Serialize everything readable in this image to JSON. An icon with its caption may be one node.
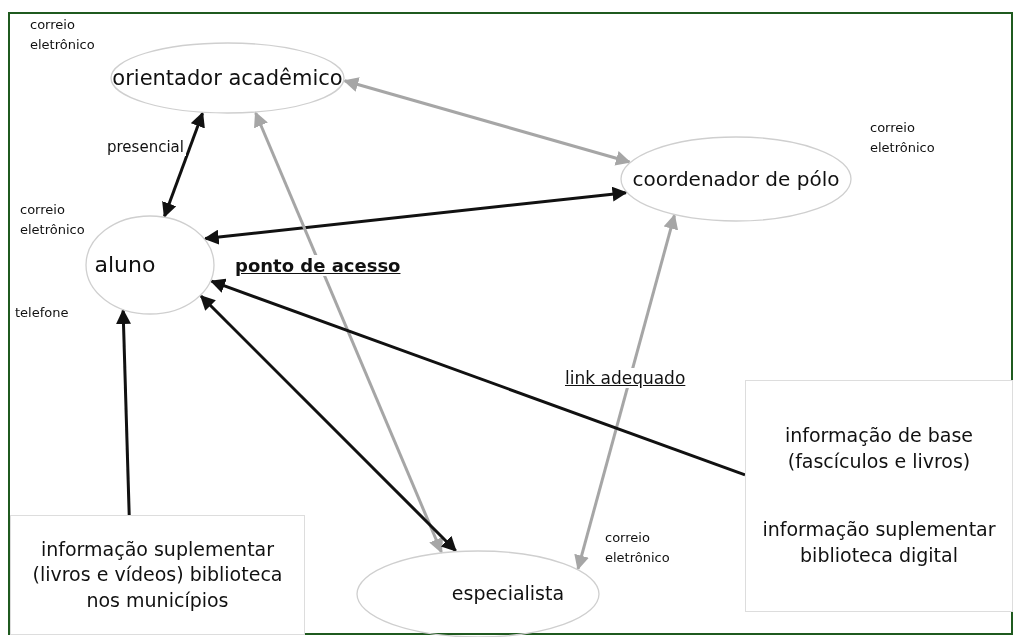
{
  "diagram": {
    "nodes": [
      {
        "text": [
          "orientador acadêmico"
        ],
        "beside": [
          "correio eletrônico"
        ]
      },
      {
        "text": [
          "coordenador de pólo"
        ],
        "beside": [
          "correio eletrônico"
        ]
      },
      {
        "text": [
          "aluno"
        ],
        "beside": [
          "correio eletrônico",
          "telefone"
        ]
      },
      {
        "text": [
          "informação suplementar (livros e vídeos) biblioteca nos municípios"
        ]
      },
      {
        "text": [
          "especialista"
        ],
        "beside": [
          "correio eletrônico"
        ]
      },
      {
        "text": [
          "informação de base (fascículos e livros)",
          "informação suplementar biblioteca digital"
        ]
      }
    ],
    "edges": [
      {
        "from": 0,
        "to": 1,
        "arrow": "both",
        "color": "#a6a6a6"
      },
      {
        "from": 0,
        "to": 2,
        "arrow": "both",
        "label": "presencial"
      },
      {
        "from": 2,
        "to": 1,
        "arrow": "both",
        "label": "ponto de acesso"
      },
      {
        "from": 4,
        "to": 0,
        "arrow": "both",
        "color": "#a6a6a6"
      },
      {
        "from": 4,
        "to": 1,
        "arrow": "both",
        "color": "#a6a6a6",
        "label": "link adequado"
      },
      {
        "from": 3,
        "to": 2,
        "arrow": "to"
      },
      {
        "from": 5,
        "to": 2,
        "arrow": "to"
      },
      {
        "from": 2,
        "to": 4,
        "arrow": "both"
      }
    ]
  }
}
